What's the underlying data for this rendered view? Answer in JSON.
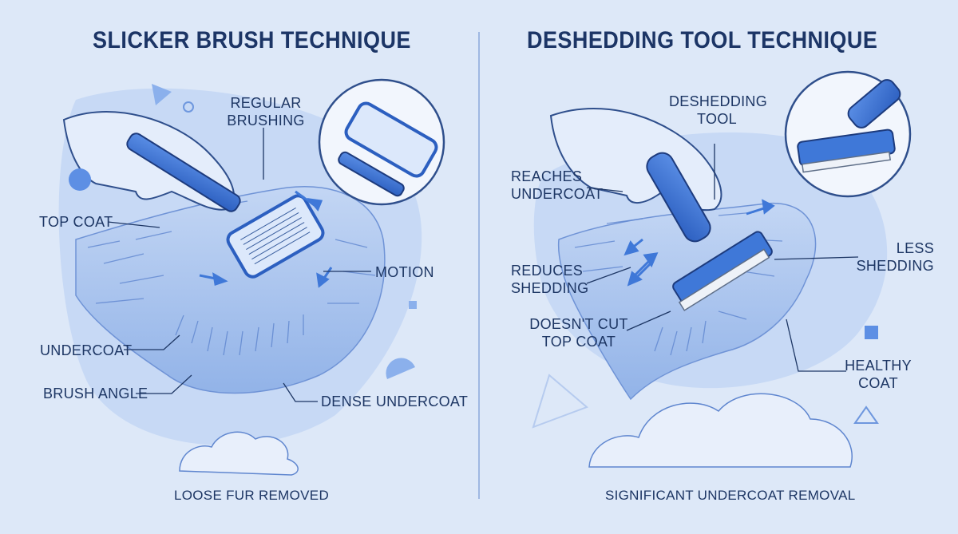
{
  "left_panel": {
    "title": "SLICKER BRUSH TECHNIQUE",
    "labels": {
      "regular_brushing_line1": "REGULAR",
      "regular_brushing_line2": "BRUSHING",
      "top_coat": "TOP COAT",
      "motion": "MOTION",
      "undercoat": "UNDERCOAT",
      "brush_angle": "BRUSH ANGLE",
      "dense_undercoat": "DENSE UNDERCOAT"
    },
    "caption": "LOOSE FUR REMOVED"
  },
  "right_panel": {
    "title": "DESHEDDING TOOL TECHNIQUE",
    "labels": {
      "deshedding_tool_line1": "DESHEDDING",
      "deshedding_tool_line2": "TOOL",
      "reaches_undercoat_line1": "REACHES",
      "reaches_undercoat_line2": "UNDERCOAT",
      "less_shedding_line1": "LESS",
      "less_shedding_line2": "SHEDDING",
      "reduces_shedding_line1": "REDUCES",
      "reduces_shedding_line2": "SHEDDING",
      "doesnt_cut_line1": "DOESN'T CUT",
      "doesnt_cut_line2": "TOP COAT",
      "healthy_coat_line1": "HEALTHY",
      "healthy_coat_line2": "COAT"
    },
    "caption": "SIGNIFICANT UNDERCOAT REMOVAL"
  },
  "colors": {
    "background": "#dde8f8",
    "fur": "#a9c4ee",
    "tool_blue": "#3f78d8",
    "text": "#1d3664"
  }
}
